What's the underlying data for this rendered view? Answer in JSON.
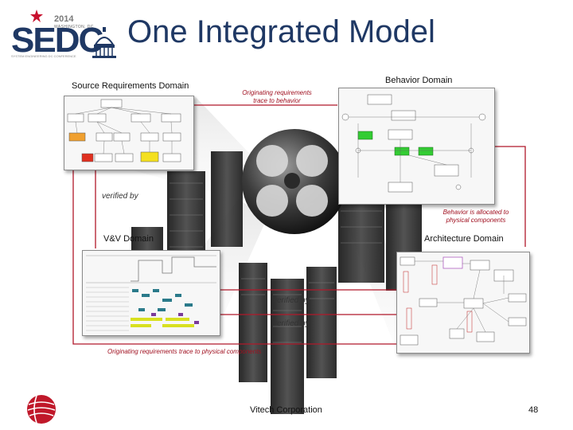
{
  "slide": {
    "title": "One Integrated Model",
    "page_number": "48",
    "footer_company": "Vitech Corporation"
  },
  "logo": {
    "year": "2014",
    "letters": "SEDC",
    "city": "WASHINGTON, DC",
    "subtitle": "SYSTEM ENGINEERING DC CONFERENCE"
  },
  "domains": {
    "source_requirements": "Source Requirements Domain",
    "behavior": "Behavior Domain",
    "vv": "V&V Domain",
    "architecture": "Architecture Domain"
  },
  "annotations": {
    "req_to_behavior": "Originating requirements trace to behavior",
    "verified_by_left": "verified by",
    "behavior_allocated": "Behavior is allocated to physical components",
    "verified_by_mid1": "verified by",
    "verified_by_mid2": "verified by",
    "req_to_physical": "Originating requirements trace to physical components"
  },
  "colors": {
    "title": "#1f3864",
    "connector": "#b0182a",
    "annotation": "#a01020"
  }
}
